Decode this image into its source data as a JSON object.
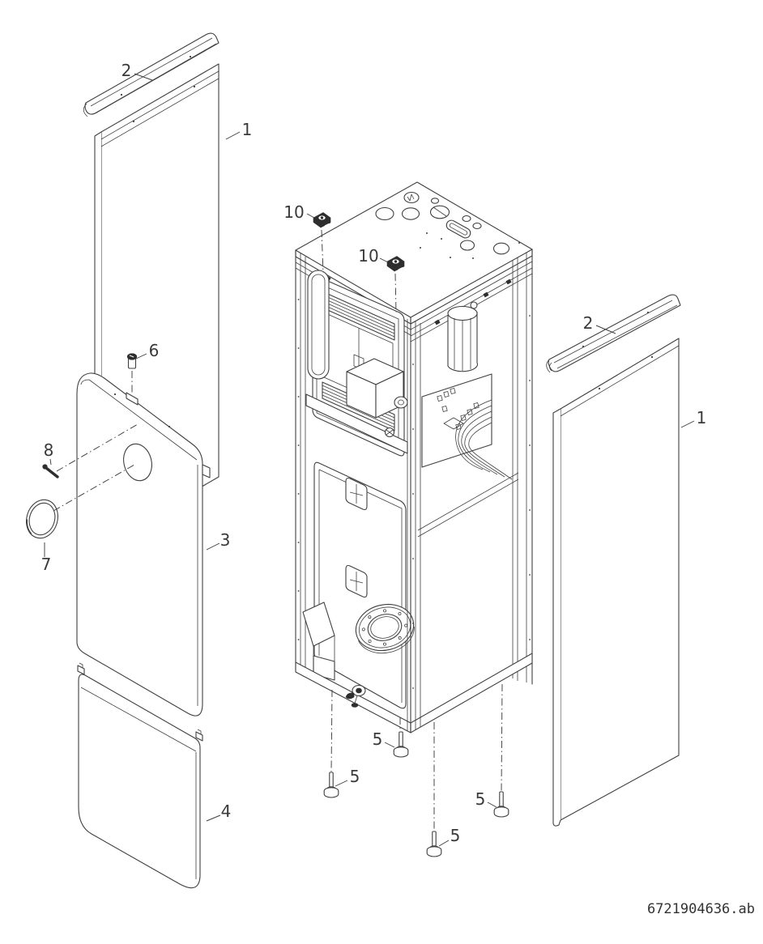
{
  "page": {
    "background": "#ffffff",
    "line_color": "#3f3f3f"
  },
  "drawing": {
    "type": "exploded-parts-diagram",
    "document_code": "6721904636.ab",
    "callouts": {
      "side_panel": "1",
      "top_cover_strip": "2",
      "front_panel": "3",
      "lower_front_panel": "4",
      "foot_screw": "5",
      "panel_screw": "6",
      "sealing_ring": "7",
      "pin": "8",
      "clip": "10"
    }
  }
}
